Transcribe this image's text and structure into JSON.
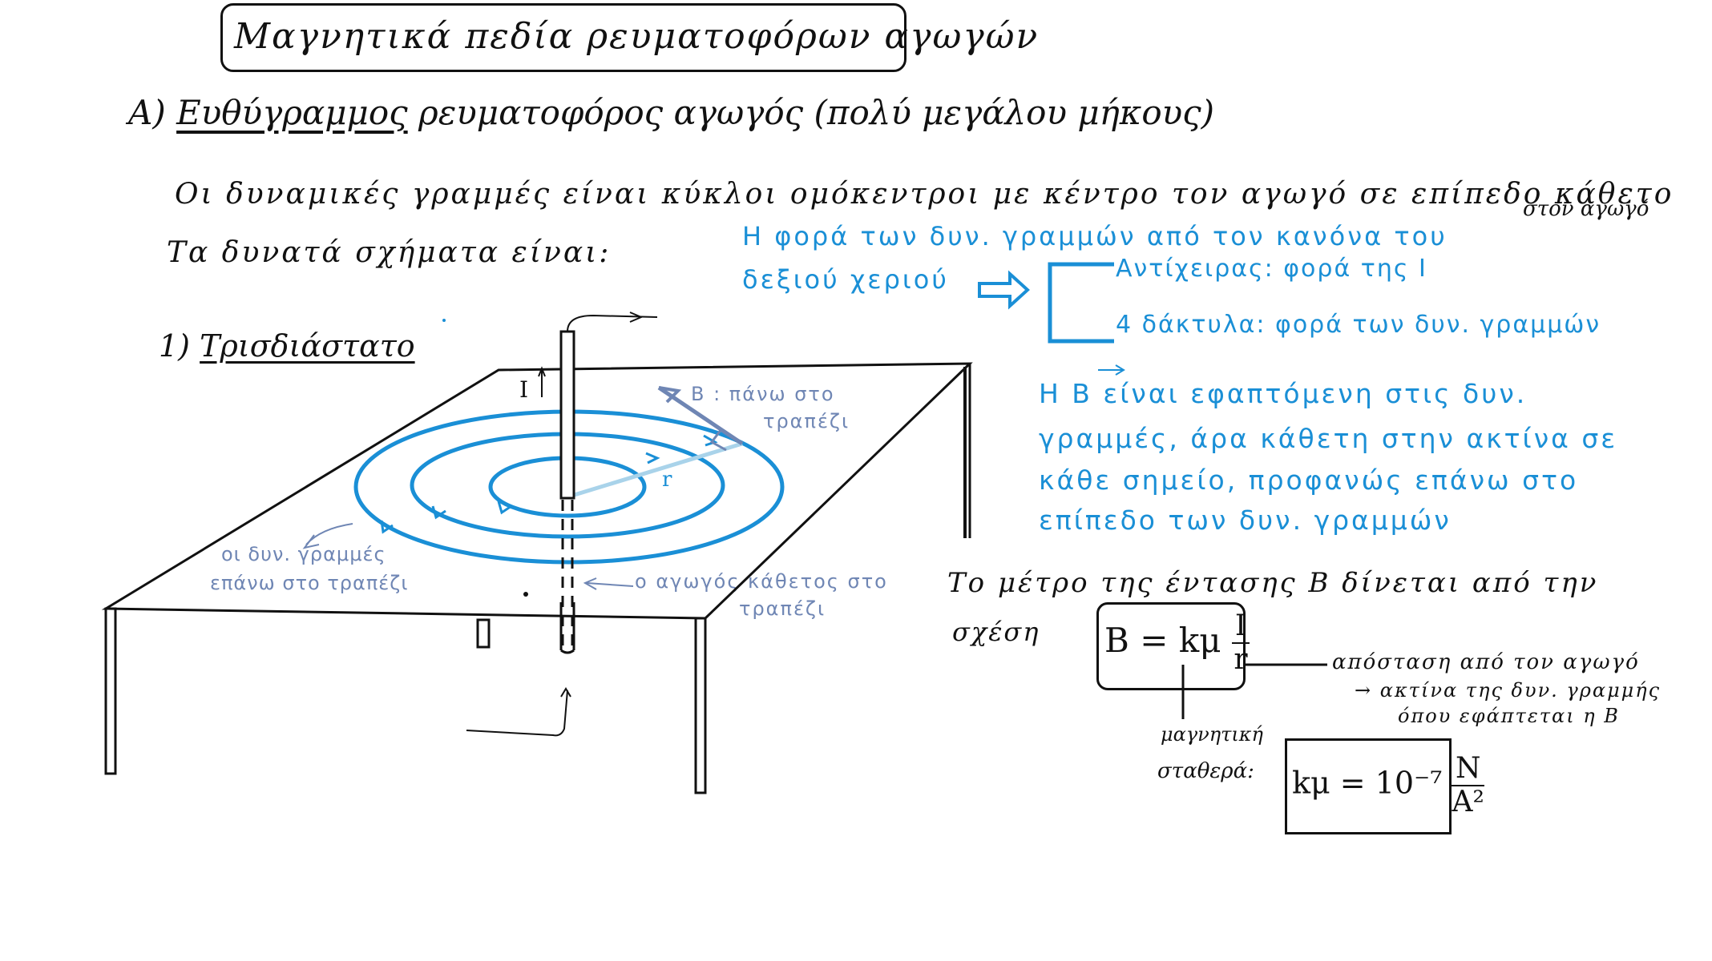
{
  "title": "Μαγνητικά πεδία ρευματοφόρων αγωγών",
  "section_a": {
    "marker": "Α)",
    "heading": "Ευθύγραμμος",
    "rest": "ρευματοφόρος αγωγός (πολύ μεγάλου μήκους)"
  },
  "intro": {
    "line1": "Οι δυναμικές γραμμές είναι κύκλοι ομόκεντροι με κέντρο τον αγωγό σε επίπεδο κάθετο",
    "line1_tail": "στον αγωγό",
    "line2": "Τα δυνατά σχήματα είναι:"
  },
  "section_1": {
    "marker": "1)",
    "heading": "Τρισδιάστατο"
  },
  "right_hand_rule": {
    "line1": "Η φορά των δυν. γραμμών από τον κανόνα του",
    "line2": "δεξιού χεριού",
    "item_thumb": "Αντίχειρας: φορά της Ι",
    "item_fingers": "4 δάκτυλα: φορά των δυν. γραμμών"
  },
  "b_tangent": {
    "line1": "Η B είναι εφαπτόμενη στις δυν.",
    "line2": "γραμμές, άρα κάθετη στην ακτίνα σε",
    "line3": "κάθε σημείο, προφανώς επάνω στο",
    "line4": "επίπεδο των δυν. γραμμών"
  },
  "magnitude": {
    "line1": "Το μέτρο της έντασης B δίνεται από την",
    "line2": "σχέση",
    "formula_lhs": "B = kμ",
    "formula_num": "I",
    "formula_den": "r"
  },
  "r_annotation": {
    "line1": "απόσταση από τον αγωγό",
    "line2": "→ ακτίνα της δυν. γραμμής",
    "line3": "όπου εφάπτεται η B"
  },
  "k_annotation": {
    "line1": "μαγνητική",
    "line2": "σταθερά:",
    "formula_lhs": "kμ = 10⁻⁷",
    "unit_num": "N",
    "unit_den": "A²"
  },
  "figure_labels": {
    "current": "I",
    "radius": "r",
    "b_top1": "B : πάνω στο",
    "b_top2": "τραπέζι",
    "lines_left1": "οι δυν. γραμμές",
    "lines_left2": "επάνω στο τραπέζι",
    "conductor1": "ο αγωγός κάθετος στο",
    "conductor2": "τραπέζι"
  },
  "colors": {
    "ink": "#111111",
    "blue": "#1a8fd6",
    "gray_blue": "#6f86b4",
    "radius_line": "#a9d3ea"
  }
}
